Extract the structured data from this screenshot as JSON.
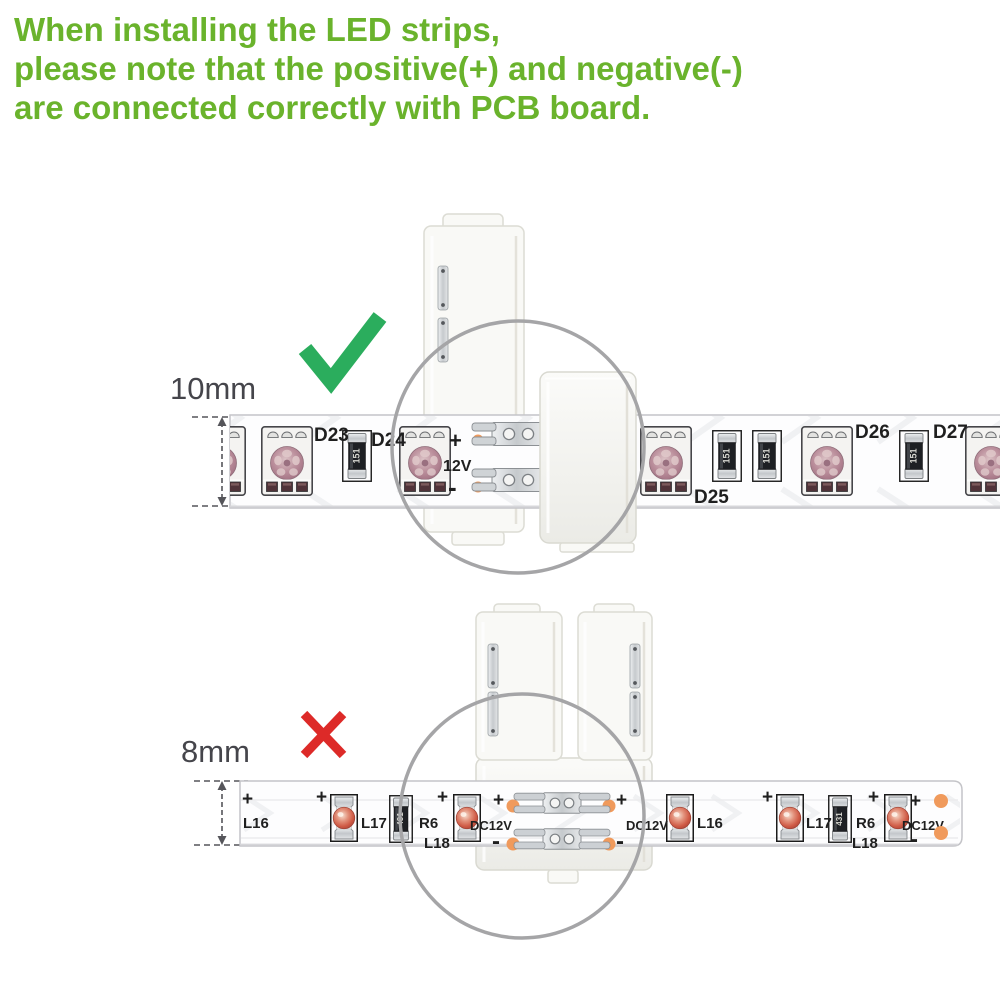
{
  "header": {
    "lines": [
      "When installing the LED strips,",
      "please note that the positive(+) and negative(-)",
      "are connected correctly with PCB board."
    ]
  },
  "colors": {
    "header_green": "#6ab32c",
    "check_green": "#2bad5d",
    "cross_red": "#dd2a28",
    "size_label_gray": "#45454b",
    "dim_line_gray": "#55555a",
    "circle_gray": "#a5a5a7",
    "pcb_text": "#1f1f1f",
    "strip_border": "#c4c4c8",
    "led5050_dome": "#b2818f",
    "led3528_dome": "#d2604b",
    "solder_orange": "#f09a5c",
    "metal_gray": "#c9cdd1",
    "plastic_white": "#f7f7f4"
  },
  "top_section": {
    "size_label": "10mm",
    "verdict_icon": "check",
    "strip": {
      "component_labels": {
        "d23": "D23",
        "d24": "D24",
        "d25": "D25",
        "d26": "D26",
        "d27": "D27"
      },
      "resistor_code": "151",
      "plus": "+",
      "minus": "-",
      "voltage": "12V"
    }
  },
  "bottom_section": {
    "size_label": "8mm",
    "verdict_icon": "cross",
    "strip": {
      "component_labels": {
        "l16": "L16",
        "l17": "L17",
        "l18": "L18",
        "r6": "R6"
      },
      "resistor_code": "431",
      "plus": "+",
      "minus": "-",
      "voltage": "DC12V"
    }
  }
}
